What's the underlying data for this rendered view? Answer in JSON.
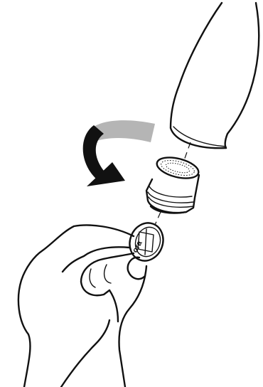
{
  "illustration": {
    "subject": "faucet-aerator-removal",
    "parts": [
      "faucet-spout",
      "aerator",
      "aerator-key",
      "hand",
      "rotation-arrow"
    ],
    "arrow_direction": "counterclockwise",
    "key_marking": "ora",
    "colors": {
      "line": "#111111",
      "background": "#ffffff",
      "arrow_tail": "#b5b5b5",
      "arrow_head": "#111111"
    }
  }
}
